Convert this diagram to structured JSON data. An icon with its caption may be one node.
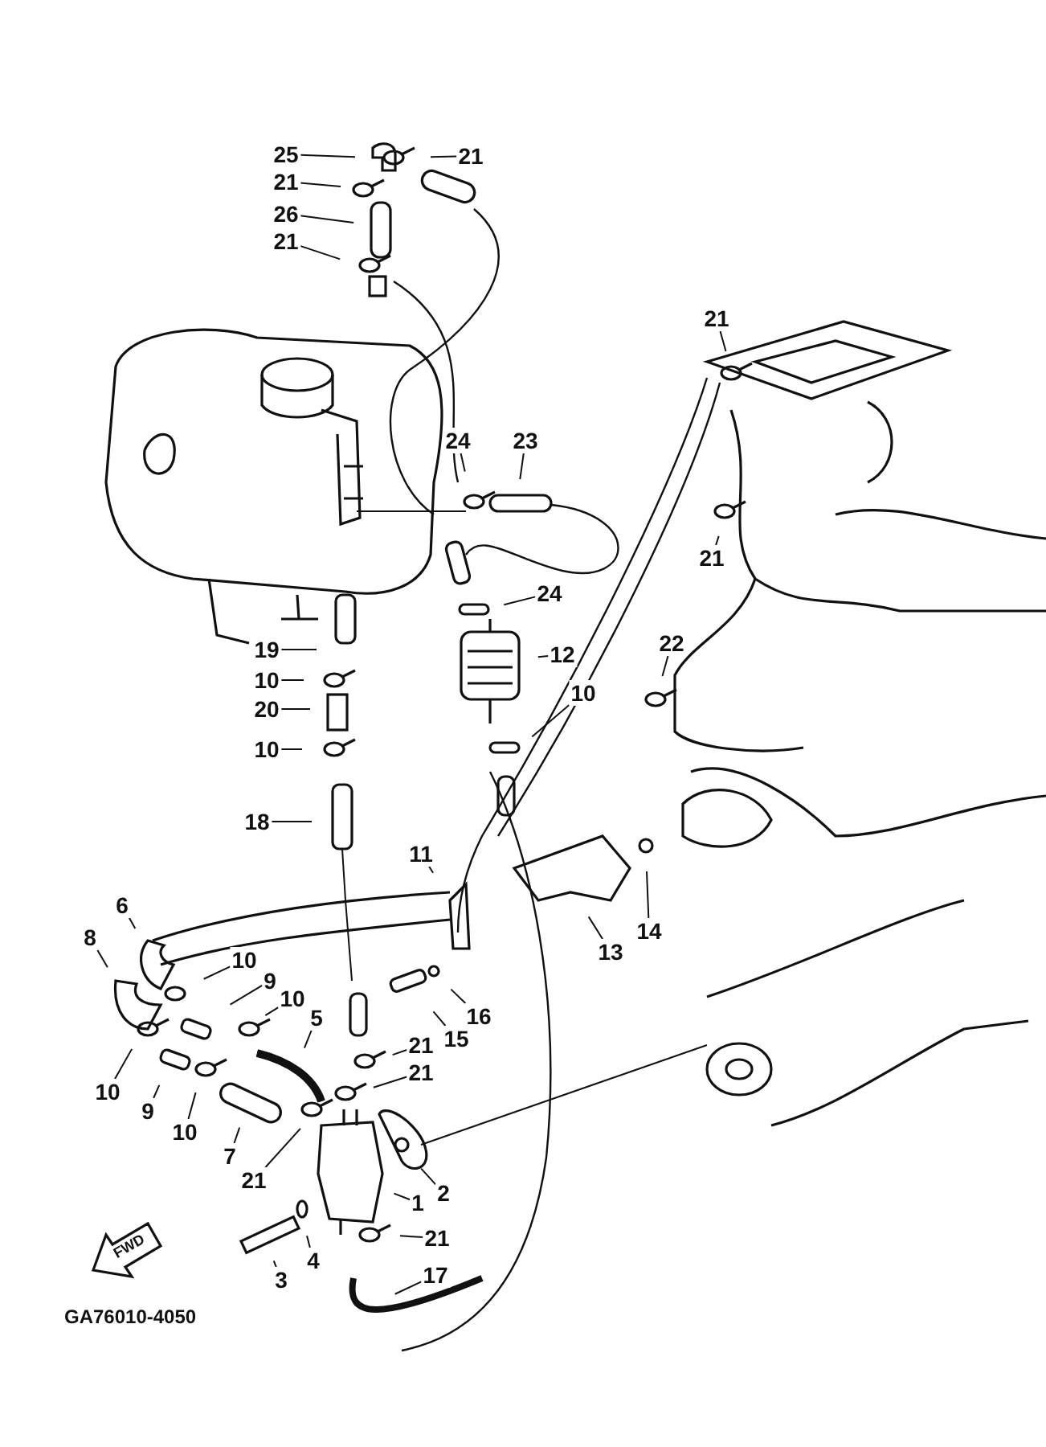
{
  "diagram": {
    "nodes": [
      {
        "text": [
          "25"
        ]
      },
      {
        "text": [
          "21"
        ]
      },
      {
        "text": [
          "21"
        ]
      },
      {
        "text": [
          "26"
        ]
      },
      {
        "text": [
          "21"
        ]
      },
      {
        "text": [
          "21"
        ]
      },
      {
        "text": [
          "24"
        ]
      },
      {
        "text": [
          "23"
        ]
      },
      {
        "text": [
          "21"
        ]
      },
      {
        "text": [
          "24"
        ]
      },
      {
        "text": [
          "12"
        ]
      },
      {
        "text": [
          "19"
        ]
      },
      {
        "text": [
          "10"
        ]
      },
      {
        "text": [
          "22"
        ]
      },
      {
        "text": [
          "10"
        ]
      },
      {
        "text": [
          "20"
        ]
      },
      {
        "text": [
          "10"
        ]
      },
      {
        "text": [
          "18"
        ]
      },
      {
        "text": [
          "11"
        ]
      },
      {
        "text": [
          "6"
        ]
      },
      {
        "text": [
          "8"
        ]
      },
      {
        "text": [
          "10"
        ]
      },
      {
        "text": [
          "9"
        ]
      },
      {
        "text": [
          "10"
        ]
      },
      {
        "text": [
          "5"
        ]
      },
      {
        "text": [
          "13"
        ]
      },
      {
        "text": [
          "14"
        ]
      },
      {
        "text": [
          "15"
        ]
      },
      {
        "text": [
          "16"
        ]
      },
      {
        "text": [
          "21"
        ]
      },
      {
        "text": [
          "21"
        ]
      },
      {
        "text": [
          "10"
        ]
      },
      {
        "text": [
          "9"
        ]
      },
      {
        "text": [
          "10"
        ]
      },
      {
        "text": [
          "7"
        ]
      },
      {
        "text": [
          "21"
        ]
      },
      {
        "text": [
          "2"
        ]
      },
      {
        "text": [
          "1"
        ]
      },
      {
        "text": [
          "4"
        ]
      },
      {
        "text": [
          "21"
        ]
      },
      {
        "text": [
          "3"
        ]
      },
      {
        "text": [
          "17"
        ]
      }
    ],
    "edges": [
      {
        "from": 0,
        "to": null,
        "arrow": "none"
      },
      {
        "from": 1,
        "to": null,
        "arrow": "none"
      },
      {
        "from": 2,
        "to": null,
        "arrow": "none"
      },
      {
        "from": 3,
        "to": null,
        "arrow": "none"
      },
      {
        "from": 4,
        "to": null,
        "arrow": "none"
      },
      {
        "from": 5,
        "to": null,
        "arrow": "none"
      },
      {
        "from": 6,
        "to": null,
        "arrow": "none"
      },
      {
        "from": 7,
        "to": null,
        "arrow": "none"
      },
      {
        "from": 8,
        "to": null,
        "arrow": "none"
      },
      {
        "from": 9,
        "to": null,
        "arrow": "none"
      },
      {
        "from": 10,
        "to": null,
        "arrow": "none"
      },
      {
        "from": 11,
        "to": null,
        "arrow": "none"
      },
      {
        "from": 12,
        "to": null,
        "arrow": "none"
      },
      {
        "from": 13,
        "to": null,
        "arrow": "none"
      },
      {
        "from": 14,
        "to": null,
        "arrow": "none"
      },
      {
        "from": 15,
        "to": null,
        "arrow": "none"
      },
      {
        "from": 16,
        "to": null,
        "arrow": "none"
      },
      {
        "from": 17,
        "to": null,
        "arrow": "none"
      },
      {
        "from": 18,
        "to": null,
        "arrow": "none"
      },
      {
        "from": 19,
        "to": null,
        "arrow": "none"
      },
      {
        "from": 20,
        "to": null,
        "arrow": "none"
      },
      {
        "from": 21,
        "to": null,
        "arrow": "none"
      },
      {
        "from": 22,
        "to": null,
        "arrow": "none"
      },
      {
        "from": 23,
        "to": null,
        "arrow": "none"
      },
      {
        "from": 24,
        "to": null,
        "arrow": "none"
      },
      {
        "from": 25,
        "to": null,
        "arrow": "none"
      },
      {
        "from": 26,
        "to": null,
        "arrow": "none"
      },
      {
        "from": 27,
        "to": null,
        "arrow": "none"
      },
      {
        "from": 28,
        "to": null,
        "arrow": "none"
      },
      {
        "from": 29,
        "to": null,
        "arrow": "none"
      },
      {
        "from": 30,
        "to": null,
        "arrow": "none"
      },
      {
        "from": 31,
        "to": null,
        "arrow": "none"
      },
      {
        "from": 32,
        "to": null,
        "arrow": "none"
      },
      {
        "from": 33,
        "to": null,
        "arrow": "none"
      },
      {
        "from": 34,
        "to": null,
        "arrow": "none"
      },
      {
        "from": 35,
        "to": null,
        "arrow": "none"
      },
      {
        "from": 36,
        "to": null,
        "arrow": "none"
      },
      {
        "from": 37,
        "to": null,
        "arrow": "none"
      },
      {
        "from": 38,
        "to": null,
        "arrow": "none"
      },
      {
        "from": 39,
        "to": null,
        "arrow": "none"
      },
      {
        "from": 40,
        "to": null,
        "arrow": "none"
      },
      {
        "from": 41,
        "to": null,
        "arrow": "none"
      }
    ],
    "labels": [
      "FWD",
      "GA76010-4050"
    ]
  }
}
